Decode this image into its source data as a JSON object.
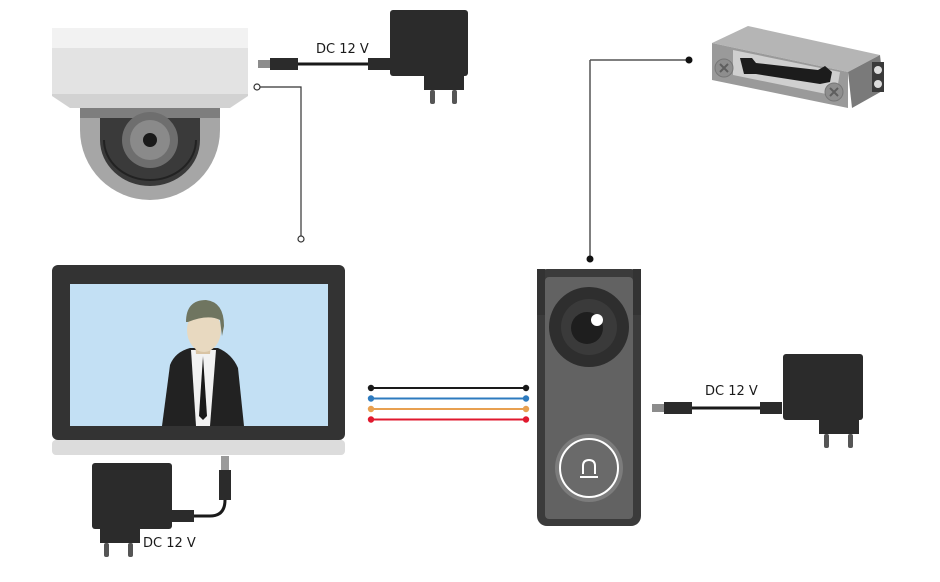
{
  "diagram": {
    "title": "Video intercom wiring diagram",
    "components": [
      {
        "id": "dome-camera",
        "label": "Dome camera"
      },
      {
        "id": "monitor",
        "label": "Indoor monitor"
      },
      {
        "id": "doorbell",
        "label": "Outdoor doorbell panel"
      },
      {
        "id": "electric-strike",
        "label": "Electric strike lock"
      },
      {
        "id": "psu-camera",
        "label": "Power adapter"
      },
      {
        "id": "psu-monitor",
        "label": "Power adapter"
      },
      {
        "id": "psu-doorbell",
        "label": "Power adapter"
      }
    ],
    "power_labels": {
      "camera": "DC 12 V",
      "monitor": "DC 12 V",
      "doorbell": "DC 12 V"
    },
    "bus_wires": [
      {
        "name": "black",
        "color": "#1a1a1a"
      },
      {
        "name": "blue",
        "color": "#2e7bbf"
      },
      {
        "name": "orange",
        "color": "#e8a050"
      },
      {
        "name": "red",
        "color": "#e0192e"
      }
    ],
    "colors": {
      "adapter": "#2b2b2b",
      "screen": "#c3e0f4",
      "bezel": "#333333",
      "doorbell_body": "#5f5f5f",
      "lock_body": "#9a9a9a"
    }
  }
}
